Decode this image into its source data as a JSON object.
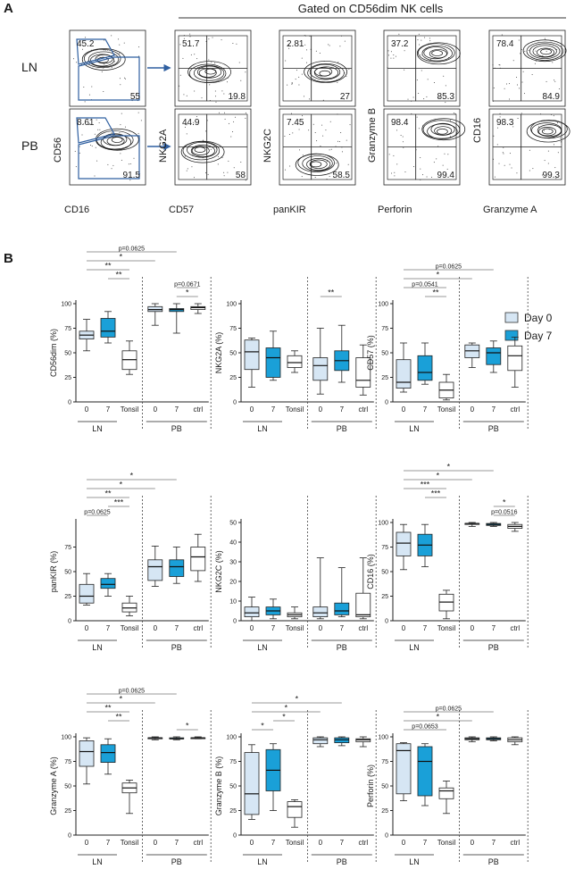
{
  "panelA": {
    "label": "A",
    "gated_header": "Gated on CD56dim NK cells",
    "row_labels": [
      "LN",
      "PB"
    ],
    "y_axis_labels": [
      "CD56",
      "NKG2A",
      "NKG2C",
      "Granzyme B",
      "CD16"
    ],
    "x_axis_labels": [
      "CD16",
      "CD57",
      "panKIR",
      "Perforin",
      "Granzyme A"
    ],
    "quadrant_values": {
      "LN": [
        [
          "45.2",
          "55"
        ],
        [
          "51.7",
          "19.8"
        ],
        [
          "2.81",
          "27"
        ],
        [
          "37.2",
          "85.3"
        ],
        [
          "78.4",
          "84.9"
        ]
      ],
      "PB": [
        [
          "8.61",
          "91.5"
        ],
        [
          "44.9",
          "58"
        ],
        [
          "7.45",
          "58.5"
        ],
        [
          "98.4",
          "99.4"
        ],
        [
          "98.3",
          "99.3"
        ]
      ]
    }
  },
  "panelB": {
    "label": "B",
    "legend": [
      {
        "name": "Day 0",
        "color": "#d6e6f4"
      },
      {
        "name": "Day 7",
        "color": "#1aa0d8"
      }
    ],
    "group_labels": [
      "LN",
      "PB"
    ]
  },
  "chart_data": [
    {
      "type": "box",
      "ylabel": "CD56dim (%)",
      "ylim": [
        0,
        100
      ],
      "yticks": [
        0,
        25,
        50,
        75,
        100
      ],
      "categories": [
        "0",
        "7",
        "Tonsil",
        "0",
        "7",
        "ctrl"
      ],
      "boxes": [
        [
          52,
          64,
          68,
          72,
          84
        ],
        [
          60,
          66,
          72,
          85,
          92
        ],
        [
          28,
          33,
          43,
          52,
          62
        ],
        [
          78,
          92,
          94,
          97,
          100
        ],
        [
          70,
          92,
          94,
          95,
          100
        ],
        [
          90,
          94,
          96,
          97,
          100
        ]
      ],
      "annotations": [
        {
          "text": "p=0.0625",
          "from": 0,
          "to": 4
        },
        {
          "text": "*",
          "from": 0,
          "to": 3
        },
        {
          "text": "**",
          "from": 0,
          "to": 2
        },
        {
          "text": "**",
          "from": 1,
          "to": 2
        },
        {
          "text": "p=0.0671",
          "from": 4,
          "to": 5
        },
        {
          "text": "*",
          "from": 4,
          "to": 5
        }
      ]
    },
    {
      "type": "box",
      "ylabel": "NKG2A (%)",
      "ylim": [
        0,
        100
      ],
      "yticks": [
        0,
        25,
        50,
        75,
        100
      ],
      "categories": [
        "0",
        "7",
        "Tonsil",
        "0",
        "7",
        "ctrl"
      ],
      "boxes": [
        [
          15,
          33,
          51,
          63,
          65
        ],
        [
          22,
          25,
          45,
          55,
          72
        ],
        [
          30,
          35,
          40,
          47,
          52
        ],
        [
          8,
          22,
          37,
          45,
          75
        ],
        [
          20,
          32,
          42,
          52,
          78
        ],
        [
          7,
          15,
          22,
          45,
          58
        ]
      ],
      "annotations": [
        {
          "text": "**",
          "from": 3,
          "to": 4
        }
      ]
    },
    {
      "type": "box",
      "ylabel": "CD57 (%)",
      "ylim": [
        0,
        100
      ],
      "yticks": [
        0,
        25,
        50,
        75,
        100
      ],
      "categories": [
        "0",
        "7",
        "Tonsil",
        "0",
        "7",
        "ctrl"
      ],
      "boxes": [
        [
          10,
          14,
          20,
          43,
          60
        ],
        [
          18,
          22,
          30,
          47,
          60
        ],
        [
          2,
          4,
          12,
          20,
          28
        ],
        [
          35,
          45,
          52,
          58,
          60
        ],
        [
          30,
          38,
          50,
          55,
          62
        ],
        [
          15,
          32,
          47,
          57,
          66
        ]
      ],
      "annotations": [
        {
          "text": "p=0.0625",
          "from": 0,
          "to": 4
        },
        {
          "text": "*",
          "from": 0,
          "to": 3
        },
        {
          "text": "p=0.0541",
          "from": 0,
          "to": 2
        },
        {
          "text": "**",
          "from": 1,
          "to": 2
        }
      ]
    },
    {
      "type": "box",
      "ylabel": "panKIR (%)",
      "ylim": [
        0,
        100
      ],
      "yticks": [
        0,
        25,
        50,
        75
      ],
      "categories": [
        "0",
        "7",
        "Tonsil",
        "0",
        "7",
        "ctrl"
      ],
      "boxes": [
        [
          16,
          18,
          25,
          37,
          48
        ],
        [
          25,
          33,
          37,
          43,
          48
        ],
        [
          5,
          9,
          13,
          18,
          25
        ],
        [
          35,
          41,
          55,
          62,
          76
        ],
        [
          38,
          45,
          55,
          62,
          75
        ],
        [
          40,
          51,
          65,
          75,
          88
        ]
      ],
      "annotations": [
        {
          "text": "*",
          "from": 0,
          "to": 4
        },
        {
          "text": "*",
          "from": 0,
          "to": 3
        },
        {
          "text": "**",
          "from": 0,
          "to": 2
        },
        {
          "text": "***",
          "from": 1,
          "to": 2
        },
        {
          "text": "p=0.0625",
          "from": 0,
          "to": 1
        }
      ]
    },
    {
      "type": "box",
      "ylabel": "NKG2C (%)",
      "ylim": [
        0,
        50
      ],
      "yticks": [
        0,
        10,
        20,
        30,
        40,
        50
      ],
      "categories": [
        "0",
        "7",
        "Tonsil",
        "0",
        "7",
        "ctrl"
      ],
      "boxes": [
        [
          0,
          2,
          4,
          7,
          12
        ],
        [
          1,
          3,
          5,
          7,
          11
        ],
        [
          1,
          2,
          3,
          4,
          7
        ],
        [
          1,
          2,
          4,
          7,
          32
        ],
        [
          2,
          3,
          5,
          9,
          27
        ],
        [
          1,
          2,
          3,
          14,
          32
        ]
      ],
      "annotations": []
    },
    {
      "type": "box",
      "ylabel": "CD16 (%)",
      "ylim": [
        0,
        100
      ],
      "yticks": [
        0,
        25,
        50,
        75,
        100
      ],
      "categories": [
        "0",
        "7",
        "Tonsil",
        "0",
        "7",
        "ctrl"
      ],
      "boxes": [
        [
          52,
          66,
          79,
          90,
          98
        ],
        [
          55,
          66,
          77,
          88,
          98
        ],
        [
          2,
          10,
          19,
          27,
          31
        ],
        [
          96,
          98,
          99,
          99,
          100
        ],
        [
          96,
          97,
          98,
          99,
          100
        ],
        [
          91,
          94,
          96,
          98,
          100
        ]
      ],
      "annotations": [
        {
          "text": "*",
          "from": 0,
          "to": 4
        },
        {
          "text": "*",
          "from": 0,
          "to": 3
        },
        {
          "text": "***",
          "from": 0,
          "to": 2
        },
        {
          "text": "***",
          "from": 1,
          "to": 2
        },
        {
          "text": "*",
          "from": 4,
          "to": 5
        },
        {
          "text": "p=0.0516",
          "from": 4,
          "to": 5
        }
      ]
    },
    {
      "type": "box",
      "ylabel": "Granzyme A (%)",
      "ylim": [
        0,
        100
      ],
      "yticks": [
        0,
        25,
        50,
        75,
        100
      ],
      "categories": [
        "0",
        "7",
        "Tonsil",
        "0",
        "7",
        "ctrl"
      ],
      "boxes": [
        [
          52,
          70,
          85,
          96,
          99
        ],
        [
          62,
          74,
          84,
          92,
          98
        ],
        [
          22,
          43,
          48,
          53,
          56
        ],
        [
          97,
          98,
          99,
          99,
          100
        ],
        [
          97,
          98,
          98,
          99,
          100
        ],
        [
          98,
          99,
          99,
          99,
          100
        ]
      ],
      "annotations": [
        {
          "text": "p=0.0625",
          "from": 0,
          "to": 4
        },
        {
          "text": "*",
          "from": 0,
          "to": 3
        },
        {
          "text": "**",
          "from": 0,
          "to": 2
        },
        {
          "text": "**",
          "from": 1,
          "to": 2
        },
        {
          "text": "*",
          "from": 4,
          "to": 5
        }
      ]
    },
    {
      "type": "box",
      "ylabel": "Granzyme B (%)",
      "ylim": [
        0,
        100
      ],
      "yticks": [
        0,
        25,
        50,
        75,
        100
      ],
      "categories": [
        "0",
        "7",
        "Tonsil",
        "0",
        "7",
        "ctrl"
      ],
      "boxes": [
        [
          16,
          21,
          42,
          84,
          92
        ],
        [
          25,
          45,
          66,
          87,
          93
        ],
        [
          8,
          18,
          29,
          34,
          36
        ],
        [
          90,
          93,
          97,
          99,
          100
        ],
        [
          91,
          94,
          97,
          99,
          100
        ],
        [
          90,
          95,
          97,
          98,
          100
        ]
      ],
      "annotations": [
        {
          "text": "*",
          "from": 0,
          "to": 4
        },
        {
          "text": "*",
          "from": 0,
          "to": 3
        },
        {
          "text": "*",
          "from": 1,
          "to": 2
        },
        {
          "text": "*",
          "from": 0,
          "to": 1
        }
      ]
    },
    {
      "type": "box",
      "ylabel": "Perforin (%)",
      "ylim": [
        0,
        100
      ],
      "yticks": [
        0,
        25,
        50,
        75,
        100
      ],
      "categories": [
        "0",
        "7",
        "Tonsil",
        "0",
        "7",
        "ctrl"
      ],
      "boxes": [
        [
          35,
          42,
          86,
          93,
          94
        ],
        [
          30,
          40,
          75,
          90,
          93
        ],
        [
          22,
          37,
          45,
          48,
          55
        ],
        [
          95,
          97,
          98,
          99,
          100
        ],
        [
          96,
          97,
          98,
          99,
          100
        ],
        [
          92,
          95,
          97,
          99,
          100
        ]
      ],
      "annotations": [
        {
          "text": "p=0.0625",
          "from": 0,
          "to": 4
        },
        {
          "text": "*",
          "from": 0,
          "to": 3
        },
        {
          "text": "p=0.0653",
          "from": 0,
          "to": 2
        }
      ]
    }
  ]
}
